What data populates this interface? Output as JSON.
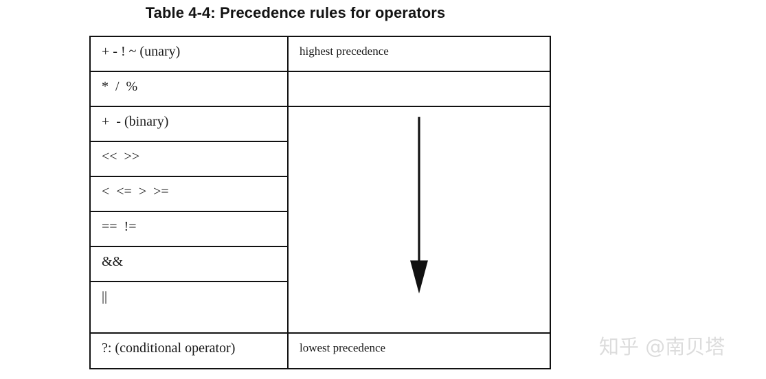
{
  "title": "Table 4-4: Precedence rules for operators",
  "table": {
    "columns": [
      "operators",
      "precedence_note"
    ],
    "rows": [
      {
        "operators": "+ - ! ~ (unary)",
        "note": "highest precedence"
      },
      {
        "operators": "*  /  %",
        "note": ""
      },
      {
        "operators": "+  - (binary)",
        "note": ""
      },
      {
        "operators": "<<  >>",
        "note": ""
      },
      {
        "operators": "<  <=  >  >=",
        "note": ""
      },
      {
        "operators": "==  !=",
        "note": ""
      },
      {
        "operators": "&&",
        "note": ""
      },
      {
        "operators": "||",
        "note": ""
      },
      {
        "operators": "?: (conditional operator)",
        "note": "lowest precedence"
      }
    ]
  },
  "arrow": {
    "name": "downward-precedence-arrow",
    "direction": "down",
    "meaning": "precedence decreases from top to bottom",
    "color": "#111111"
  },
  "watermark": {
    "text": "知乎 @南贝塔",
    "color": "#dcdcdc"
  },
  "colors": {
    "background": "#ffffff",
    "border": "#111111",
    "text": "#1a1a1a",
    "title": "#131313"
  }
}
